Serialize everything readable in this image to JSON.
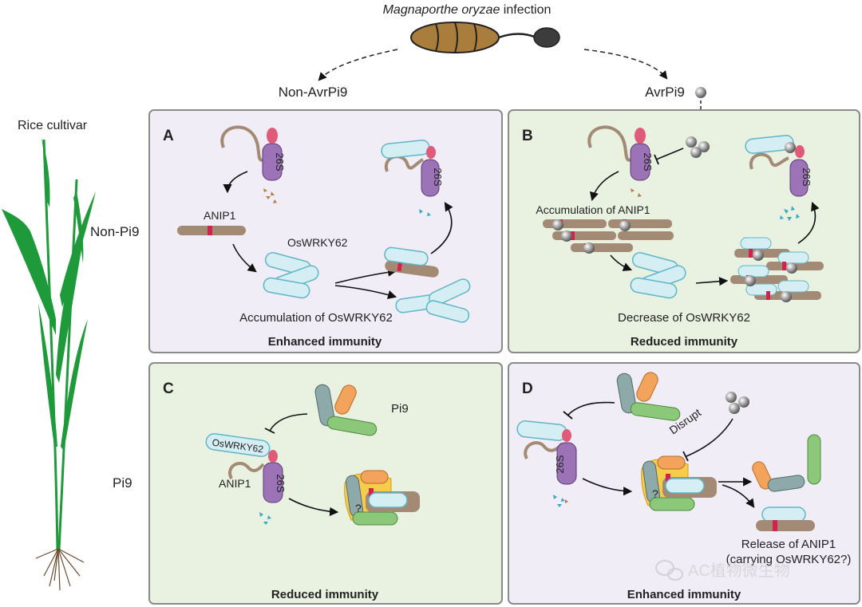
{
  "header": {
    "infection_species": "Magnaporthe oryzae",
    "infection_suffix": " infection",
    "left_branch": "Non-AvrPi9",
    "right_branch": "AvrPi9"
  },
  "rows": {
    "cultivar": "Rice cultivar",
    "non_pi9": "Non-Pi9",
    "pi9": "Pi9"
  },
  "panels": {
    "A": {
      "letter": "A",
      "anip1": "ANIP1",
      "oswrky62": "OsWRKY62",
      "accumulation": "Accumulation of OsWRKY62",
      "outcome": "Enhanced immunity",
      "proteasome": "26S"
    },
    "B": {
      "letter": "B",
      "accumulation": "Accumulation of ANIP1",
      "decrease": "Decrease of OsWRKY62",
      "outcome": "Reduced immunity",
      "proteasome": "26S"
    },
    "C": {
      "letter": "C",
      "pi9": "Pi9",
      "oswrky62": "OsWRKY62",
      "anip1": "ANIP1",
      "question": "?",
      "outcome": "Reduced immunity",
      "proteasome": "26S"
    },
    "D": {
      "letter": "D",
      "disrupt": "Disrupt",
      "question": "?",
      "release_line1": "Release of ANIP1",
      "release_line2": "(carrying OsWRKY62?)",
      "outcome": "Enhanced immunity",
      "proteasome": "26S"
    }
  },
  "watermark": "AC植物微生物",
  "colors": {
    "panel_purple": "#f1edf6",
    "panel_green": "#e9f1e1",
    "panel_border": "#8a8a8a",
    "anip1_brown": "#a38a74",
    "wrky_fill": "#d5eef3",
    "wrky_stroke": "#5fb6c8",
    "proteasome": "#9b73b6",
    "pi9_orange": "#f3a35c",
    "pi9_green": "#8cc87a",
    "pi9_gray": "#8ea9aa",
    "plant_green": "#1f9a3a"
  }
}
